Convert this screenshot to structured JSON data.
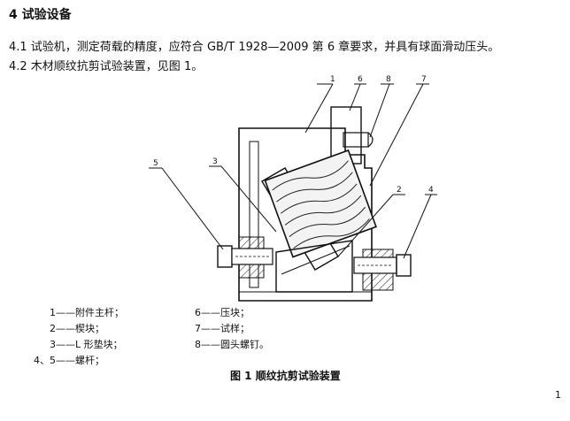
{
  "section": {
    "heading": "4  试验设备"
  },
  "paragraphs": [
    "4.1   试验机，测定荷载的精度，应符合 GB/T 1928—2009 第 6 章要求，并具有球面滑动压头。",
    "4.2   木材顺纹抗剪试验装置，见图 1。"
  ],
  "figure": {
    "part_numbers": [
      "1",
      "6",
      "8",
      "7",
      "5",
      "3",
      "2",
      "4"
    ],
    "legend_left": [
      "1——附件主杆；",
      "2——楔块；",
      "3——L 形垫块；",
      "4、5——螺杆；"
    ],
    "legend_right": [
      "6——压块；",
      "7——试样；",
      "8——圆头螺钉。"
    ],
    "caption": "图 1   顺纹抗剪试验装置"
  },
  "page_number": "1"
}
